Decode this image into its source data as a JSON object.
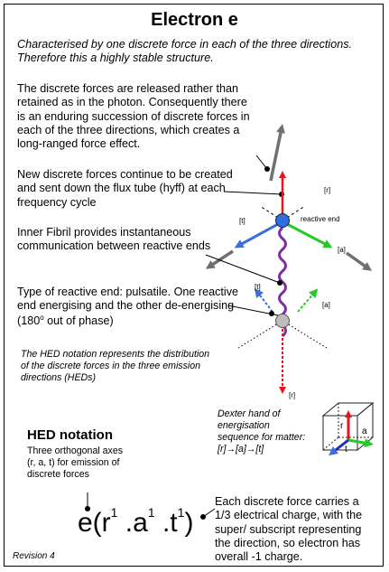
{
  "title": "Electron e",
  "intro": "Characterised by one discrete force in each of the three directions. Therefore this a highly stable structure.",
  "para_released": "The discrete forces are released rather than retained as in the photon. Consequently there is an enduring succession of discrete forces in each of the three directions, which creates a long-ranged force effect.",
  "para_created": "New discrete forces continue to be created and sent down the flux tube (hyff) at each frequency cycle",
  "para_fibril": "Inner Fibril provides instantaneous communication between reactive ends",
  "para_type_1": "Type of reactive end: pulsatile.  One reactive end energising and the other de-energising (180",
  "para_type_deg": "o",
  "para_type_2": " out of phase)",
  "hed_paragraph": "The HED notation represents the distribution of the discrete forces in the three emission directions  (HEDs)",
  "dexter_text": "Dexter hand of energisation sequence for matter:",
  "dexter_sequence": "[r]→[a]→[t]",
  "hed_heading": "HED notation",
  "hed_desc": "Three orthogonal axes (r, a, t) for emission of discrete forces",
  "formula": {
    "e": "e(r",
    "sup1": "1",
    "a": " .a",
    "sup2": "1",
    "t": " .t",
    "sup3": "1",
    "close": ")"
  },
  "charge_text": "Each discrete force carries a 1/3 electrical charge,  with the super/ subscript representing the direction, so electron has overall -1 charge.",
  "revision": "Revision 4",
  "labels": {
    "r_top": "[r]",
    "t_top": "[t]",
    "a_top": "[a]",
    "reactive_end": "reactive end",
    "t_bottom": "[t]",
    "a_bottom": "[a]",
    "r_bottom": "[r]",
    "cube_r": "r",
    "cube_a": "a",
    "cube_t": "t"
  },
  "colors": {
    "r_axis": "#e8141b",
    "a_axis": "#22cc22",
    "t_axis": "#3a6fd8",
    "fibril": "#7a2fa8",
    "node_top": "#2f6ee0",
    "node_bottom": "#bdbdbd",
    "grey_arrow": "#707070"
  }
}
